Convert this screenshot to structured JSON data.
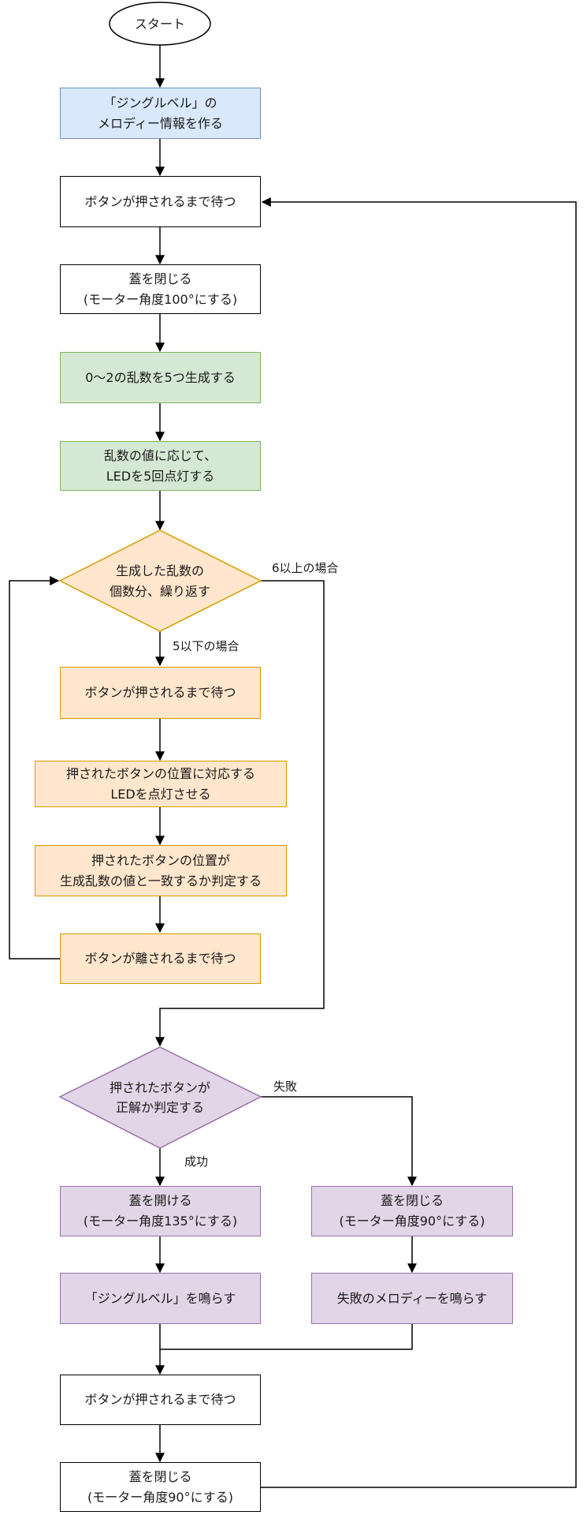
{
  "nodes": {
    "start": "スタート",
    "make_melody": "「ジングルベル」の\nメロディー情報を作る",
    "wait_press_1": "ボタンが押されるまで待つ",
    "close_lid_1": "蓋を閉じる\n(モーター角度100°にする)",
    "gen_random": "0〜2の乱数を5つ生成する",
    "light_led": "乱数の値に応じて、\nLEDを5回点灯する",
    "loop_line1": "生成した乱数の",
    "loop_line2": "個数分、繰り返す",
    "wait_press_2": "ボタンが押されるまで待つ",
    "light_pressed": "押されたボタンの位置に対応する\nLEDを点灯させる",
    "judge_match": "押されたボタンの位置が\n生成乱数の値と一致するか判定する",
    "wait_release": "ボタンが離されるまで待つ",
    "judge_line1": "押されたボタンが",
    "judge_line2": "正解か判定する",
    "open_lid": "蓋を開ける\n(モーター角度135°にする)",
    "close_lid_fail": "蓋を閉じる\n(モーター角度90°にする)",
    "play_jingle": "「ジングルベル」を鳴らす",
    "play_fail": "失敗のメロディーを鳴らす",
    "wait_press_3": "ボタンが押されるまで待つ",
    "close_lid_final": "蓋を閉じる\n(モーター角度90°にする)"
  },
  "edge_labels": {
    "over_six": "6以上の場合",
    "five_or_less": "5以下の場合",
    "fail": "失敗",
    "success": "成功"
  }
}
